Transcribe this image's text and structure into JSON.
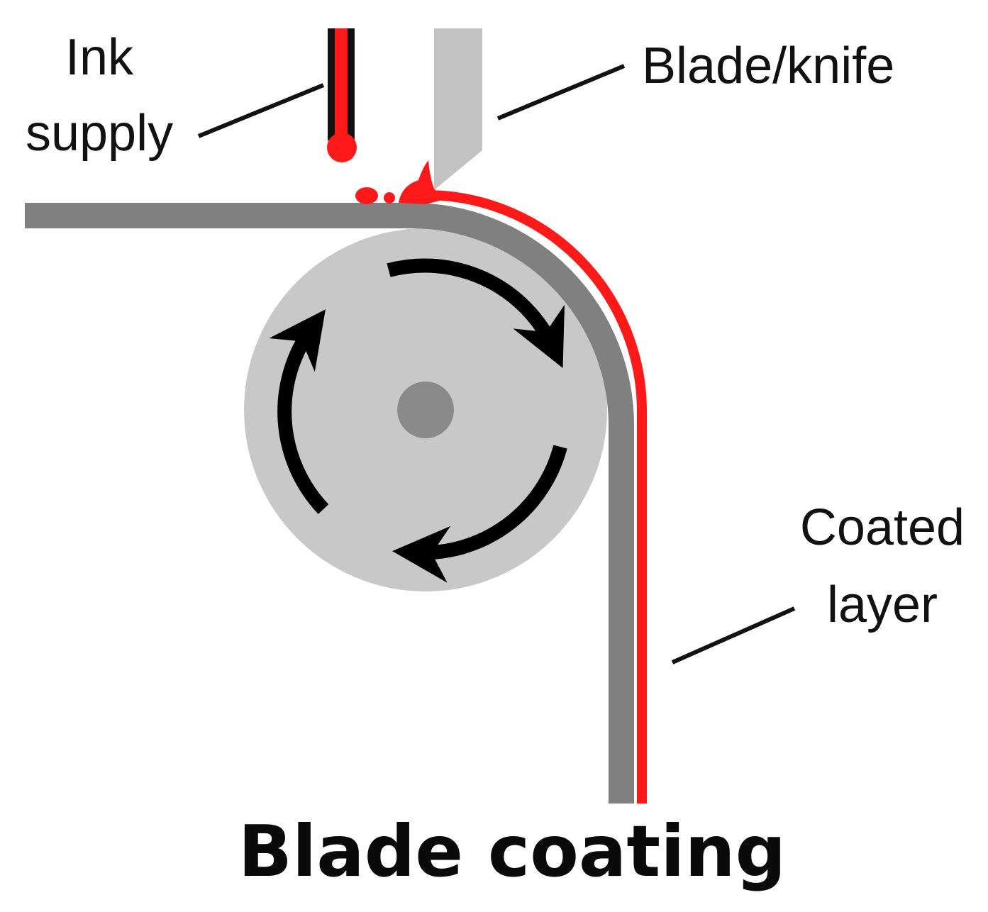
{
  "diagram": {
    "title": "Blade coating",
    "labels": {
      "ink_supply_line1": "Ink",
      "ink_supply_line2": "supply",
      "blade_knife": "Blade/knife",
      "coated_layer_line1": "Coated",
      "coated_layer_line2": "layer"
    },
    "colors": {
      "ink": "#ff1a1a",
      "substrate": "#808080",
      "roller": "#c8c8c8",
      "roller_axle": "#8a8a8a",
      "blade": "#c3c3c3",
      "pipe": "#111111",
      "arrows": "#000000",
      "leader_lines": "#111111"
    },
    "icons": {
      "rotation": "clockwise-rotation-arrows"
    }
  }
}
